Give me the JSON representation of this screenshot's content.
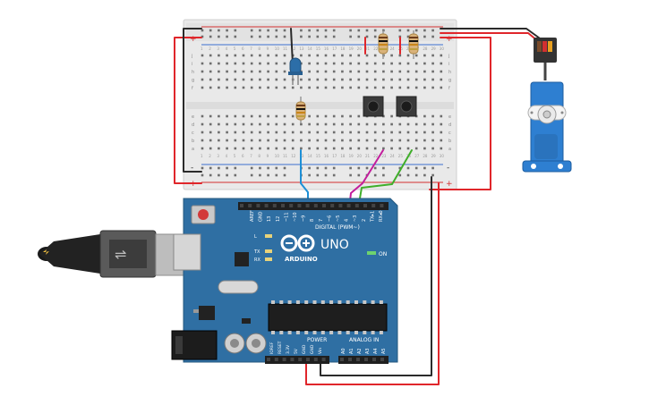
{
  "breadboard": {
    "rail_plus": "+",
    "rail_minus": "-",
    "row_letters_top": [
      "j",
      "i",
      "h",
      "g",
      "f"
    ],
    "row_letters_bottom": [
      "e",
      "d",
      "c",
      "b",
      "a"
    ],
    "column_numbers": [
      "1",
      "2",
      "3",
      "4",
      "5",
      "6",
      "7",
      "8",
      "9",
      "10",
      "11",
      "12",
      "13",
      "14",
      "15",
      "16",
      "17",
      "18",
      "19",
      "20",
      "21",
      "22",
      "23",
      "24",
      "25",
      "26",
      "27",
      "28",
      "29",
      "30"
    ]
  },
  "arduino": {
    "logo_text": "ARDUINO",
    "model": "UNO",
    "digital_label": "DIGITAL (PWM~)",
    "power_label": "POWER",
    "analog_label": "ANALOG IN",
    "on_label": "ON",
    "led_labels": [
      "L",
      "TX",
      "RX"
    ],
    "digital_pins": [
      "AREF",
      "GND",
      "13",
      "12",
      "~11",
      "~10",
      "~9",
      "8",
      "7",
      "~6",
      "~5",
      "4",
      "~3",
      "2",
      "TX▸1",
      "RX◂0"
    ],
    "power_pins": [
      "IOREF",
      "RESET",
      "3.3V",
      "5V",
      "GND",
      "GND",
      "Vin"
    ],
    "analog_pins": [
      "A0",
      "A1",
      "A2",
      "A3",
      "A4",
      "A5"
    ]
  },
  "colors": {
    "board_blue": "#2f6fa3",
    "wire_red": "#e0262b",
    "wire_black": "#2b2b2b",
    "wire_blue": "#1d8fd6",
    "wire_magenta": "#c21d9c",
    "wire_green": "#3fae2a",
    "servo_blue": "#2e7fd1",
    "led_blue": "#2c6ea8"
  }
}
